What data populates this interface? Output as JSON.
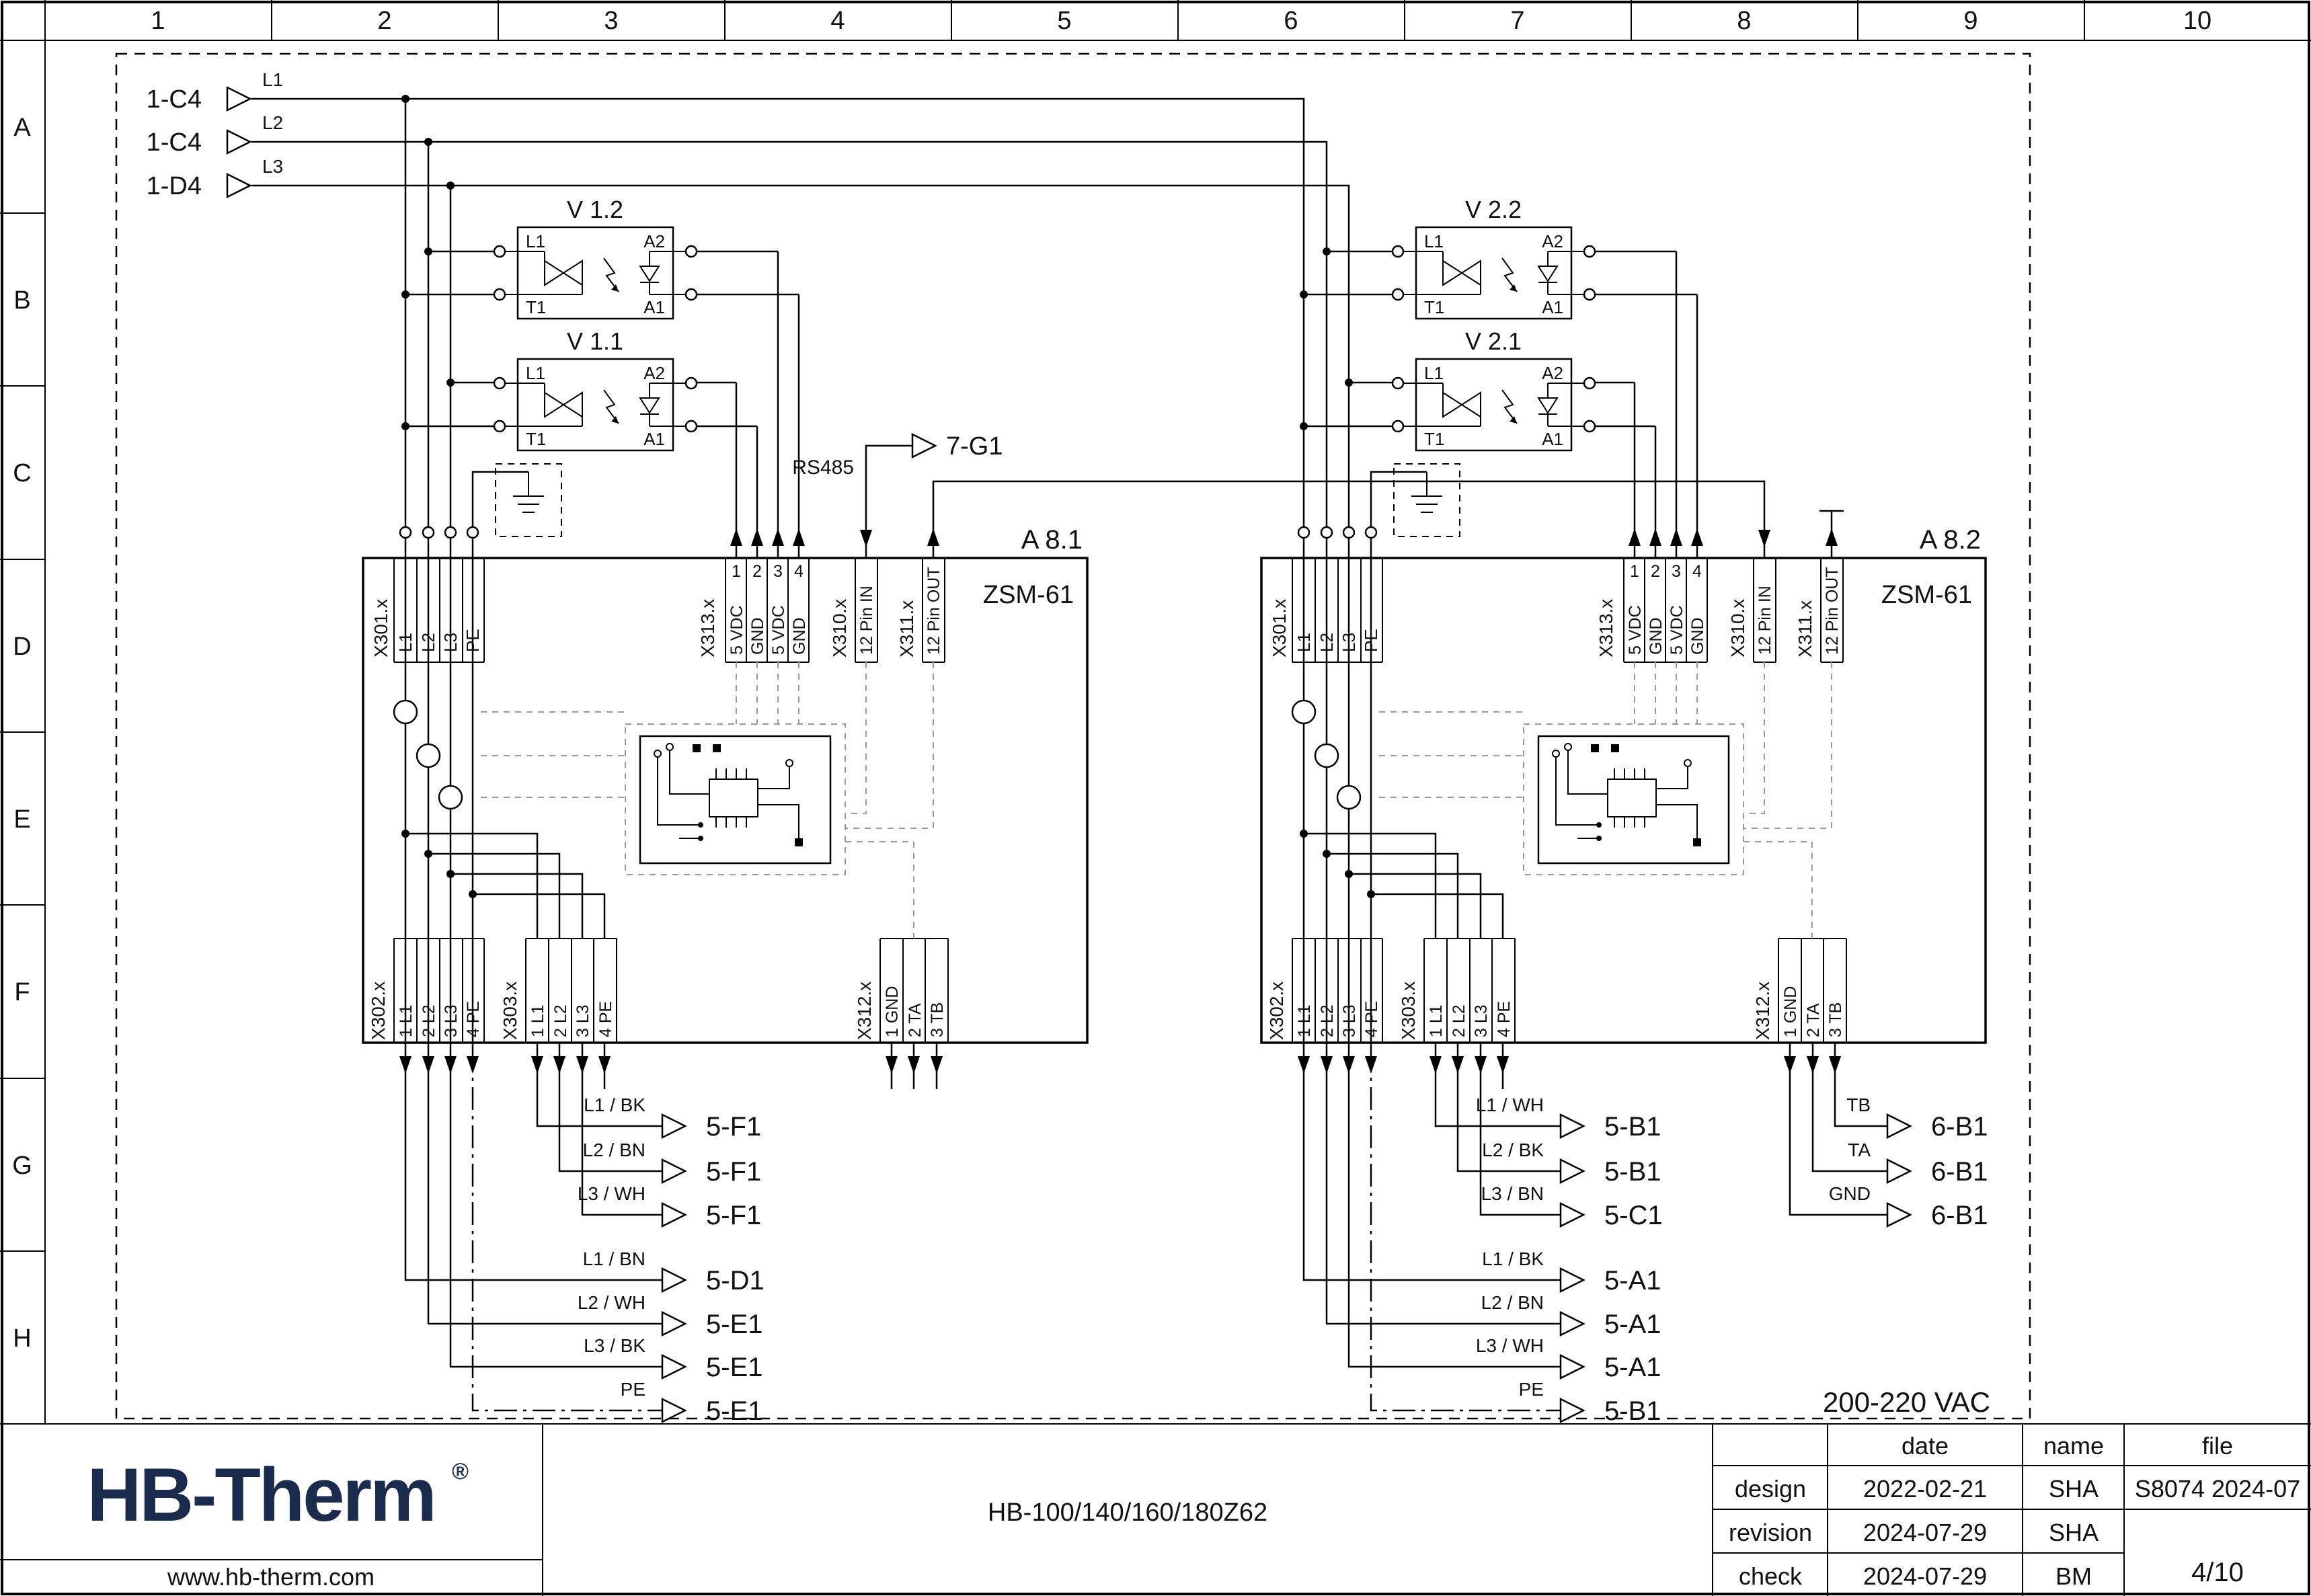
{
  "ruler": {
    "cols": [
      "1",
      "2",
      "3",
      "4",
      "5",
      "6",
      "7",
      "8",
      "9",
      "10"
    ],
    "rows": [
      "A",
      "B",
      "C",
      "D",
      "E",
      "F",
      "G",
      "H"
    ]
  },
  "inputs": [
    {
      "ref": "1-C4",
      "phase": "L1"
    },
    {
      "ref": "1-C4",
      "phase": "L2"
    },
    {
      "ref": "1-D4",
      "phase": "L3"
    }
  ],
  "bus": {
    "rs485": "RS485",
    "controller": "7-G1"
  },
  "relays": [
    {
      "id": "V 1.2",
      "tl": "L1",
      "bl": "T1",
      "tr": "A2",
      "br": "A1"
    },
    {
      "id": "V 1.1",
      "tl": "L1",
      "bl": "T1",
      "tr": "A2",
      "br": "A1"
    },
    {
      "id": "V 2.2",
      "tl": "L1",
      "bl": "T1",
      "tr": "A2",
      "br": "A1"
    },
    {
      "id": "V 2.1",
      "tl": "L1",
      "bl": "T1",
      "tr": "A2",
      "br": "A1"
    }
  ],
  "modules": [
    {
      "id": "A 8.1",
      "type": "ZSM-61",
      "x301": {
        "label": "X301.x",
        "pins": [
          "L1",
          "L2",
          "L3",
          "PE"
        ]
      },
      "x313": {
        "label": "X313.x",
        "nums": [
          "1",
          "2",
          "3",
          "4"
        ],
        "pins": [
          "5 VDC",
          "GND",
          "5 VDC",
          "GND"
        ]
      },
      "x310": {
        "label": "X310.x",
        "pin": "12 Pin IN"
      },
      "x311": {
        "label": "X311.x",
        "pin": "12 Pin OUT"
      },
      "x302": {
        "label": "X302.x",
        "pins": [
          "1 L1",
          "2 L2",
          "3 L3",
          "4 PE"
        ]
      },
      "x303": {
        "label": "X303.x",
        "pins": [
          "1 L1",
          "2 L2",
          "3 L3",
          "4 PE"
        ]
      },
      "x312": {
        "label": "X312.x",
        "pins": [
          "1 GND",
          "2 TA",
          "3 TB"
        ]
      },
      "out_x303": [
        {
          "wire": "L1 / BK",
          "target": "5-F1"
        },
        {
          "wire": "L2 / BN",
          "target": "5-F1"
        },
        {
          "wire": "L3 / WH",
          "target": "5-F1"
        }
      ],
      "out_x302": [
        {
          "wire": "L1 / BN",
          "target": "5-D1"
        },
        {
          "wire": "L2 / WH",
          "target": "5-E1"
        },
        {
          "wire": "L3 / BK",
          "target": "5-E1"
        },
        {
          "wire": "PE",
          "target": "5-E1"
        }
      ]
    },
    {
      "id": "A 8.2",
      "type": "ZSM-61",
      "x301": {
        "label": "X301.x",
        "pins": [
          "L1",
          "L2",
          "L3",
          "PE"
        ]
      },
      "x313": {
        "label": "X313.x",
        "nums": [
          "1",
          "2",
          "3",
          "4"
        ],
        "pins": [
          "5 VDC",
          "GND",
          "5 VDC",
          "GND"
        ]
      },
      "x310": {
        "label": "X310.x",
        "pin": "12 Pin IN"
      },
      "x311": {
        "label": "X311.x",
        "pin": "12 Pin OUT"
      },
      "x302": {
        "label": "X302.x",
        "pins": [
          "1 L1",
          "2 L2",
          "3 L3",
          "4 PE"
        ]
      },
      "x303": {
        "label": "X303.x",
        "pins": [
          "1 L1",
          "2 L2",
          "3 L3",
          "4 PE"
        ]
      },
      "x312": {
        "label": "X312.x",
        "pins": [
          "1 GND",
          "2 TA",
          "3 TB"
        ]
      },
      "out_x303": [
        {
          "wire": "L1 / WH",
          "target": "5-B1"
        },
        {
          "wire": "L2 / BK",
          "target": "5-B1"
        },
        {
          "wire": "L3 / BN",
          "target": "5-C1"
        }
      ],
      "out_x302": [
        {
          "wire": "L1 / BK",
          "target": "5-A1"
        },
        {
          "wire": "L2 / BN",
          "target": "5-A1"
        },
        {
          "wire": "L3 / WH",
          "target": "5-A1"
        },
        {
          "wire": "PE",
          "target": "5-B1"
        }
      ],
      "out_x312": [
        {
          "wire": "TB",
          "target": "6-B1"
        },
        {
          "wire": "TA",
          "target": "6-B1"
        },
        {
          "wire": "GND",
          "target": "6-B1"
        }
      ]
    }
  ],
  "voltage_note": "200-220 VAC",
  "titleblock": {
    "logo": "HB-Therm",
    "reg": "®",
    "website": "www.hb-therm.com",
    "doc_title": "HB-100/140/160/180Z62",
    "headers": {
      "date": "date",
      "name": "name",
      "file": "file"
    },
    "rows": [
      {
        "label": "design",
        "date": "2022-02-21",
        "name": "SHA"
      },
      {
        "label": "revision",
        "date": "2024-07-29",
        "name": "SHA"
      },
      {
        "label": "check",
        "date": "2024-07-29",
        "name": "BM"
      }
    ],
    "file_no": "S8074 2024-07",
    "page": "4/10"
  }
}
